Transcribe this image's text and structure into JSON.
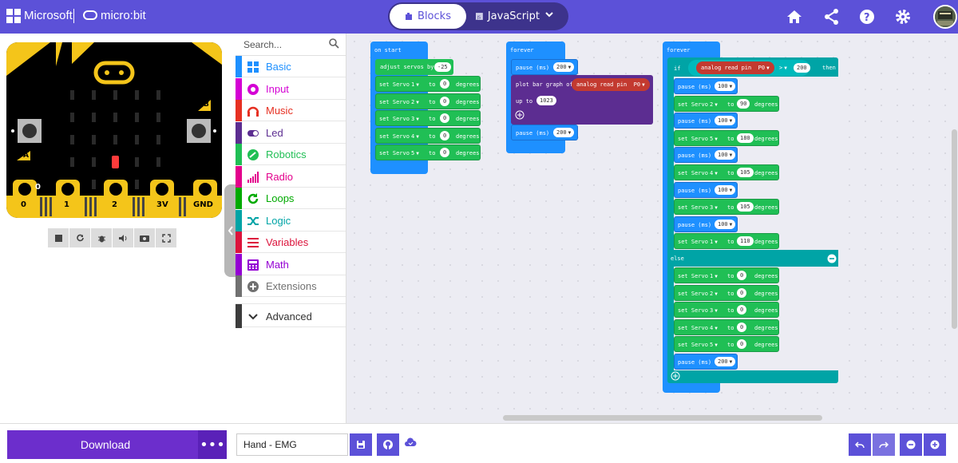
{
  "topbar": {
    "brand": "Microsoft",
    "product": "micro:bit",
    "tabs": [
      {
        "label": "Blocks",
        "active": true
      },
      {
        "label": "JavaScript",
        "active": false
      }
    ],
    "icons": [
      "home-icon",
      "share-icon",
      "help-icon",
      "gear-icon",
      "avatar"
    ],
    "accent": "#5c51d8"
  },
  "simulator": {
    "board_labels": {
      "pin0": "0",
      "pin1": "1",
      "pin2": "2",
      "pin3v": "3V",
      "gnd": "GND",
      "btn_a": "A",
      "btn_b": "B",
      "pin0_small": "0"
    },
    "controls": [
      "stop-icon",
      "restart-icon",
      "debug-icon",
      "sound-icon",
      "screenshot-icon",
      "fullscreen-icon"
    ]
  },
  "toolbox": {
    "search_placeholder": "Search...",
    "categories": [
      {
        "label": "Basic",
        "color": "#1e90ff"
      },
      {
        "label": "Input",
        "color": "#d400d4"
      },
      {
        "label": "Music",
        "color": "#e63022"
      },
      {
        "label": "Led",
        "color": "#5c2d91"
      },
      {
        "label": "Robotics",
        "color": "#20bf55"
      },
      {
        "label": "Radio",
        "color": "#e3008c"
      },
      {
        "label": "Loops",
        "color": "#00aa00"
      },
      {
        "label": "Logic",
        "color": "#00a4a6"
      },
      {
        "label": "Variables",
        "color": "#dc143c"
      },
      {
        "label": "Math",
        "color": "#9400d3"
      },
      {
        "label": "Extensions",
        "color": "#717171"
      }
    ],
    "advanced": "Advanced"
  },
  "workspace": {
    "on_start": {
      "header": "on start",
      "adjust": {
        "text": "adjust servos by",
        "value": "-25"
      },
      "servos": [
        {
          "servo": "1",
          "value": "0"
        },
        {
          "servo": "2",
          "value": "0"
        },
        {
          "servo": "3",
          "value": "0"
        },
        {
          "servo": "4",
          "value": "0"
        },
        {
          "servo": "5",
          "value": "0"
        }
      ]
    },
    "forever1": {
      "header": "forever",
      "pause1": "200",
      "plot_text": "plot bar graph of",
      "analog": "analog read pin",
      "pin": "P0",
      "up_to": "up to",
      "up_value": "1023",
      "pause2": "200"
    },
    "forever2": {
      "header": "forever",
      "if_text": "if",
      "analog": "analog read pin",
      "pin": "P0",
      "op": ">",
      "threshold": "200",
      "then": "then",
      "if_rows": [
        {
          "type": "pause",
          "value": "100"
        },
        {
          "type": "servo",
          "servo": "2",
          "value": "90"
        },
        {
          "type": "pause",
          "value": "100"
        },
        {
          "type": "servo",
          "servo": "5",
          "value": "180"
        },
        {
          "type": "pause",
          "value": "100"
        },
        {
          "type": "servo",
          "servo": "4",
          "value": "105"
        },
        {
          "type": "pause",
          "value": "100"
        },
        {
          "type": "servo",
          "servo": "3",
          "value": "105"
        },
        {
          "type": "pause",
          "value": "100"
        },
        {
          "type": "servo",
          "servo": "1",
          "value": "110"
        }
      ],
      "else_text": "else",
      "else_rows": [
        {
          "type": "servo",
          "servo": "1",
          "value": "0"
        },
        {
          "type": "servo",
          "servo": "2",
          "value": "0"
        },
        {
          "type": "servo",
          "servo": "3",
          "value": "0"
        },
        {
          "type": "servo",
          "servo": "4",
          "value": "0"
        },
        {
          "type": "servo",
          "servo": "5",
          "value": "0"
        },
        {
          "type": "pause",
          "value": "200"
        }
      ]
    },
    "labels": {
      "set_servo": "set Servo",
      "to": "to",
      "degrees": "degrees",
      "pause": "pause (ms)"
    }
  },
  "bottombar": {
    "download": "Download",
    "more": "•••",
    "project_name": "Hand  - EMG"
  }
}
